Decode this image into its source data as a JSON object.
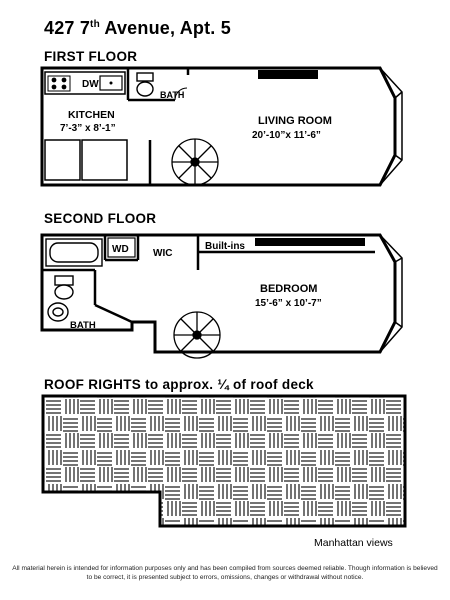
{
  "title": {
    "main": "427 7",
    "sup": "th",
    "rest": " Avenue, Apt. 5"
  },
  "first_floor": {
    "heading": "FIRST FLOOR",
    "dw": "DW",
    "bath": "BATH",
    "kitchen": "KITCHEN",
    "kitchen_dims": "7’-3” x 8’-1”",
    "living": "LIVING ROOM",
    "living_dims": "20’-10”x 11’-6”"
  },
  "second_floor": {
    "heading": "SECOND FLOOR",
    "wd": "WD",
    "wic": "WIC",
    "builtins": "Built-ins",
    "bedroom": "BEDROOM",
    "bedroom_dims": "15’-6” x 10’-7”",
    "bath": "BATH"
  },
  "roof": {
    "heading": "ROOF RIGHTS to approx. ¼ of roof deck"
  },
  "credit": "Manhattan views",
  "disclaimer": "All material herein is intended for information purposes only and has been compiled from sources deemed reliable. Though information is believed to be correct, it is presented subject to errors, omissions, changes or withdrawal without notice."
}
